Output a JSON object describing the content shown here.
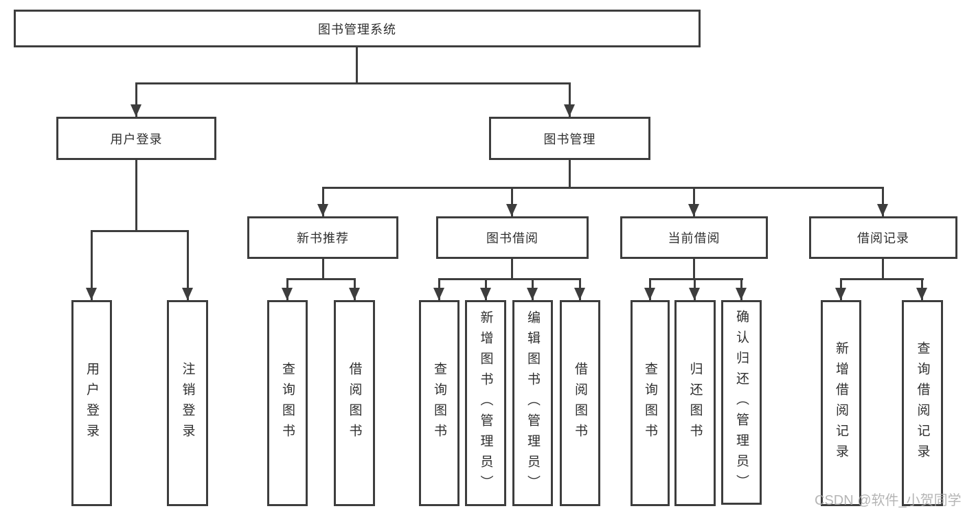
{
  "diagram_title": "图书管理系统",
  "watermark": "CSDN @软件_小贺同学",
  "colors": {
    "line": "#3d3d3d",
    "text": "#2f2f2f",
    "background": "#ffffff",
    "watermark": "#a9a9a9"
  },
  "nodes": {
    "root": "图书管理系统",
    "userLogin": "用户登录",
    "bookManagement": "图书管理",
    "newBookRecommend": "新书推荐",
    "bookBorrow": "图书借阅",
    "currentBorrow": "当前借阅",
    "borrowRecords": "借阅记录",
    "leafUserLogin": "用户登录",
    "leafLogout": "注销登录",
    "leafRecQuery": "查询图书",
    "leafRecBorrow": "借阅图书",
    "leafBbQuery": "查询图书",
    "leafBbAdd": "新增图书（管理员）",
    "leafBbEdit": "编辑图书（管理员）",
    "leafBbBorrow": "借阅图书",
    "leafCbQuery": "查询图书",
    "leafCbReturn": "归还图书",
    "leafCbConfirm": "确认归还（管理员）",
    "leafBrAdd": "新增借阅记录",
    "leafBrQuery": "查询借阅记录"
  },
  "hierarchy": {
    "root": "图书管理系统",
    "children": [
      {
        "label": "用户登录",
        "children": [
          "用户登录",
          "注销登录"
        ]
      },
      {
        "label": "图书管理",
        "children": [
          {
            "label": "新书推荐",
            "children": [
              "查询图书",
              "借阅图书"
            ]
          },
          {
            "label": "图书借阅",
            "children": [
              "查询图书",
              "新增图书（管理员）",
              "编辑图书（管理员）",
              "借阅图书"
            ]
          },
          {
            "label": "当前借阅",
            "children": [
              "查询图书",
              "归还图书",
              "确认归还（管理员）"
            ]
          },
          {
            "label": "借阅记录",
            "children": [
              "新增借阅记录",
              "查询借阅记录"
            ]
          }
        ]
      }
    ]
  }
}
